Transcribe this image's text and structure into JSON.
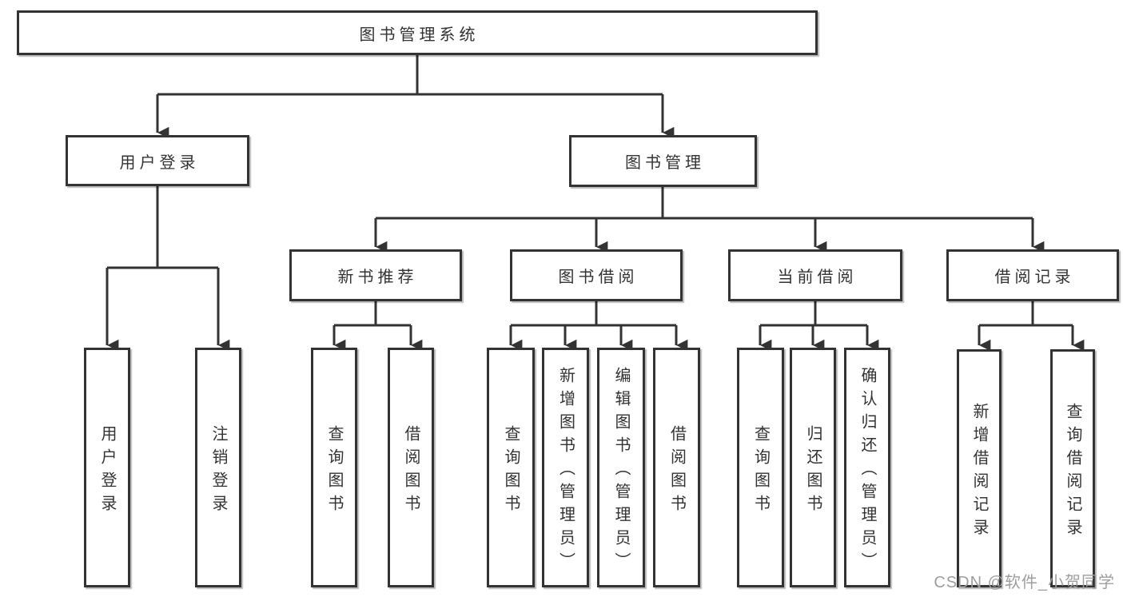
{
  "tree": {
    "label": "图书管理系统",
    "children": [
      {
        "label": "用户登录",
        "children": [
          {
            "label": "用户登录"
          },
          {
            "label": "注销登录"
          }
        ]
      },
      {
        "label": "图书管理",
        "children": [
          {
            "label": "新书推荐",
            "children": [
              {
                "label": "查询图书"
              },
              {
                "label": "借阅图书"
              }
            ]
          },
          {
            "label": "图书借阅",
            "children": [
              {
                "label": "查询图书"
              },
              {
                "label": "新增图书（管理员）"
              },
              {
                "label": "编辑图书（管理员）"
              },
              {
                "label": "借阅图书"
              }
            ]
          },
          {
            "label": "当前借阅",
            "children": [
              {
                "label": "查询图书"
              },
              {
                "label": "归还图书"
              },
              {
                "label": "确认归还（管理员）"
              }
            ]
          },
          {
            "label": "借阅记录",
            "children": [
              {
                "label": "新增借阅记录"
              },
              {
                "label": "查询借阅记录"
              }
            ]
          }
        ]
      }
    ]
  },
  "watermark": {
    "text": "CSDN @软件_小贺同学"
  },
  "colors": {
    "line": "#333333",
    "box_border": "#333333",
    "text": "#333333",
    "background": "#ffffff",
    "watermark": "#9e9e9e"
  }
}
